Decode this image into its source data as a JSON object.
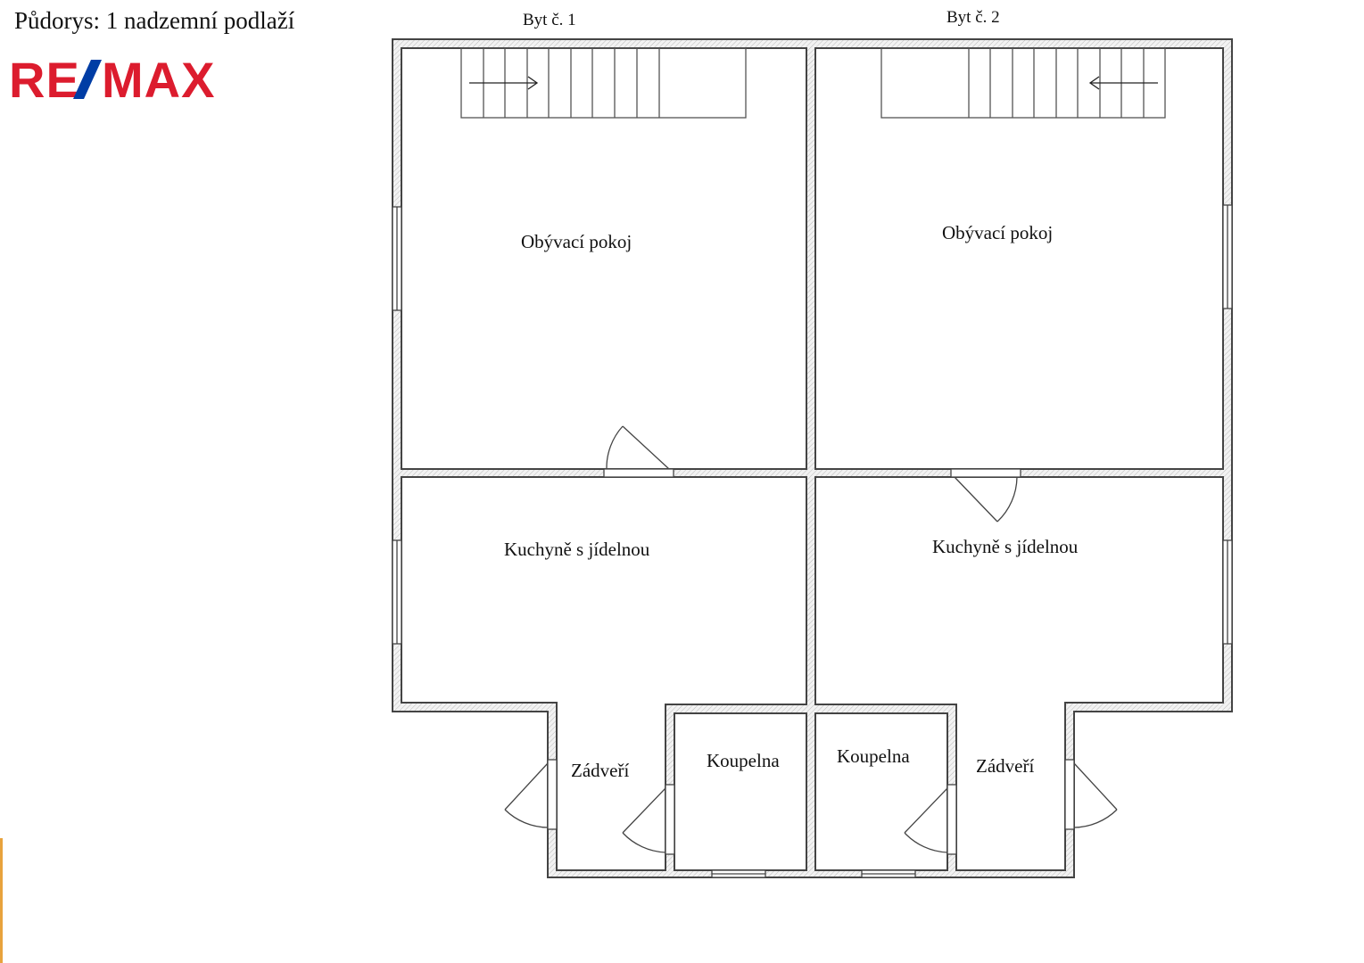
{
  "header": {
    "title": "Půdorys: 1 nadzemní podlaží"
  },
  "logo": {
    "text": "RE/MAX",
    "red": "#dc1c2e",
    "blue": "#003da5"
  },
  "units": [
    {
      "label": "Byt č. 1"
    },
    {
      "label": "Byt č. 2"
    }
  ],
  "rooms": {
    "living_1": "Obývací pokoj",
    "living_2": "Obývací pokoj",
    "kitchen_1": "Kuchyně s jídelnou",
    "kitchen_2": "Kuchyně s jídelnou",
    "vestibule_1": "Zádveří",
    "vestibule_2": "Zádveří",
    "bathroom_1": "Koupelna",
    "bathroom_2": "Koupelna"
  },
  "colors": {
    "wall_fill": "#e4e4e4",
    "wall_stroke": "#444444",
    "accent": "#e8a33d"
  }
}
